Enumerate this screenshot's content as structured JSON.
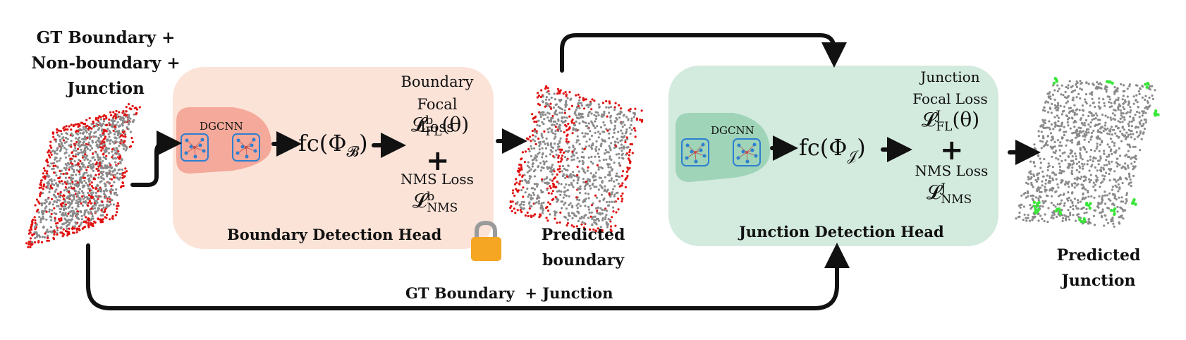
{
  "input": {
    "label_lines": [
      "GT Boundary +",
      "Non-boundary +",
      "Junction"
    ]
  },
  "boundary_head": {
    "title": "Boundary Detection Head",
    "encoder": "DGCNN",
    "fc": "fc(Φ",
    "fc_sub": "𝓑",
    "fc_close": ")",
    "focal_loss_title_1": "Boundary",
    "focal_loss_title_2": "Focal Loss",
    "focal_loss_symbol": "𝓛",
    "focal_sup": "b",
    "focal_sub": "FL",
    "theta": "(θ)",
    "plus": "+",
    "nms_title": "NMS Loss",
    "nms_symbol": "𝓛",
    "nms_sup": "b",
    "nms_sub": "NMS",
    "lock_icon": "lock-icon",
    "color": "#fce3d8"
  },
  "predicted_boundary": {
    "label_lines": [
      "Predicted",
      "boundary"
    ]
  },
  "junction_head": {
    "title": "Junction Detection Head",
    "encoder": "DGCNN",
    "fc": "fc(Φ",
    "fc_sub": "𝒥",
    "fc_close": ")",
    "focal_loss_title_1": "Junction",
    "focal_loss_title_2": "Focal Loss",
    "focal_loss_symbol": "𝓛",
    "focal_sup": "J",
    "focal_sub": "FL",
    "theta": "(θ)",
    "plus": "+",
    "nms_title": "NMS Loss",
    "nms_symbol": "𝓛",
    "nms_sup": "J",
    "nms_sub": "NMS",
    "color": "#d3eade"
  },
  "predicted_junction": {
    "label_lines": [
      "Predicted",
      "Junction"
    ]
  },
  "bottom_path": {
    "label": "GT Boundary  + Junction"
  },
  "colors": {
    "boundary_points": "#e01010",
    "nonboundary_points": "#8a8a8a",
    "junction_points": "#39e639",
    "encoder_boundary": "#f4a99a",
    "encoder_junction": "#9fd4b8",
    "node_blue": "#2e7fd1"
  }
}
